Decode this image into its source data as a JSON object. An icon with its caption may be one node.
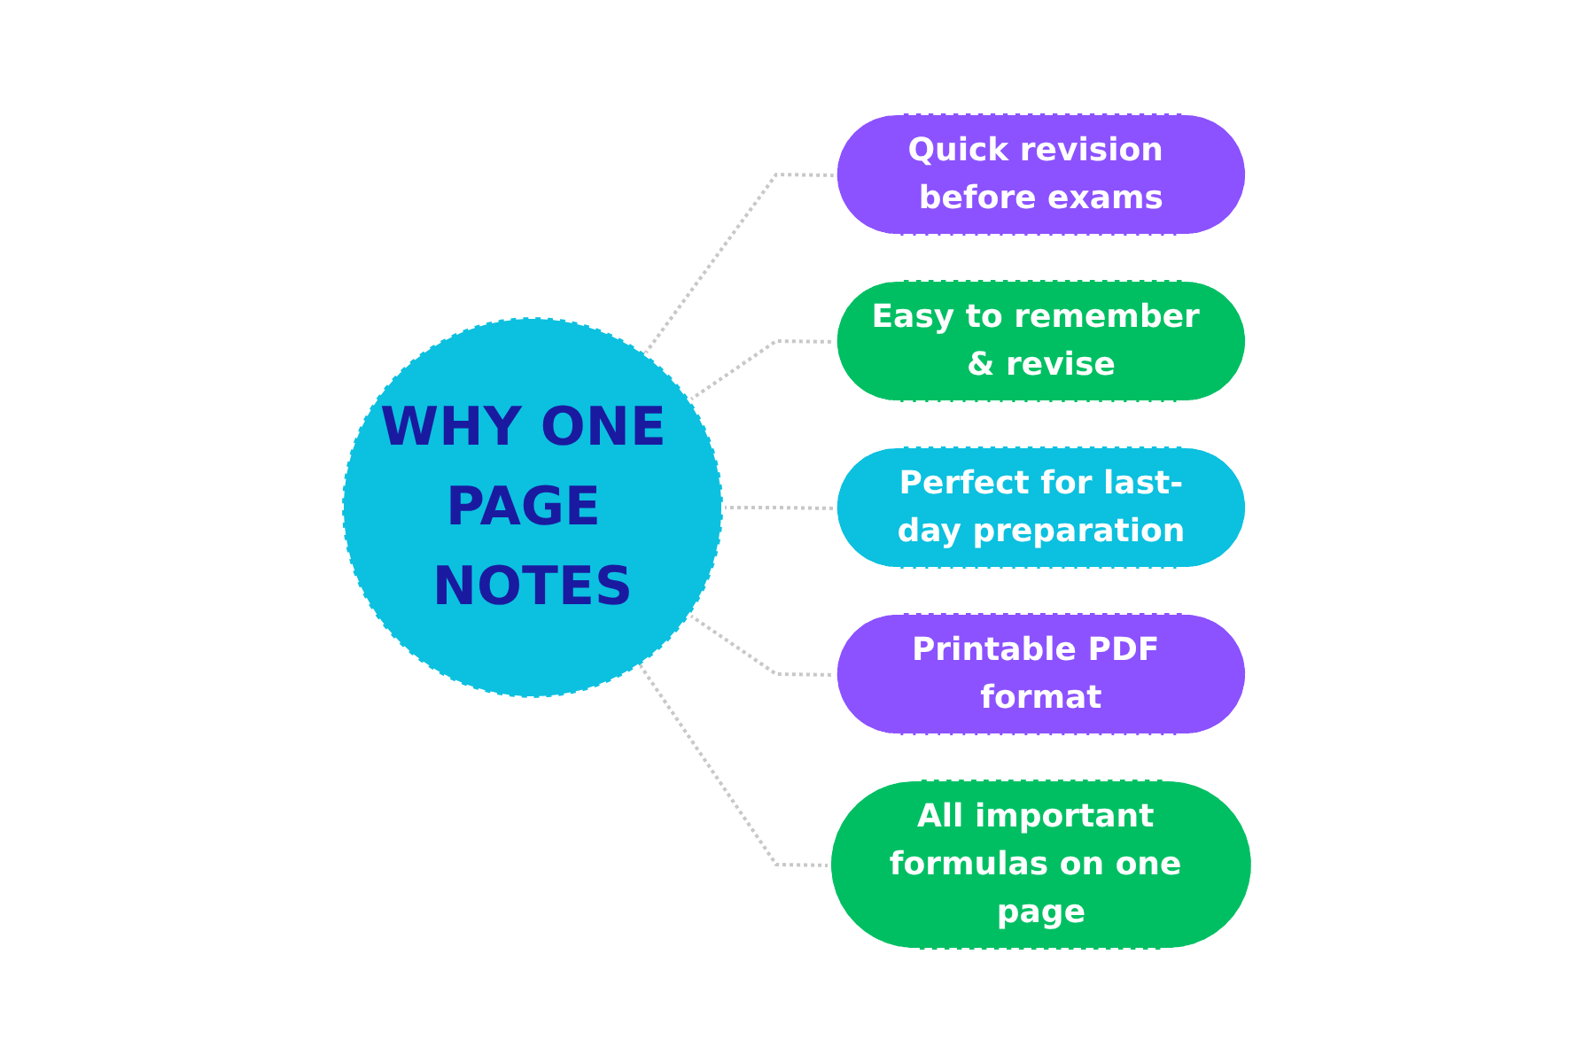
{
  "diagram": {
    "nodes": [
      {
        "text": [
          "WHY ONE PAGE NOTES"
        ]
      },
      {
        "text": [
          "Quick revision before exams"
        ]
      },
      {
        "text": [
          "Easy to remember & revise"
        ]
      },
      {
        "text": [
          "Perfect for last-day preparation"
        ]
      },
      {
        "text": [
          "Printable PDF format"
        ]
      },
      {
        "text": [
          "All important formulas on one page"
        ]
      }
    ],
    "edges": [
      {
        "from": 0,
        "to": 1,
        "arrow": "none",
        "style": "dashed"
      },
      {
        "from": 0,
        "to": 2,
        "arrow": "none",
        "style": "dashed"
      },
      {
        "from": 0,
        "to": 3,
        "arrow": "none",
        "style": "dashed"
      },
      {
        "from": 0,
        "to": 4,
        "arrow": "none",
        "style": "dashed"
      },
      {
        "from": 0,
        "to": 5,
        "arrow": "none",
        "style": "dashed"
      }
    ]
  }
}
